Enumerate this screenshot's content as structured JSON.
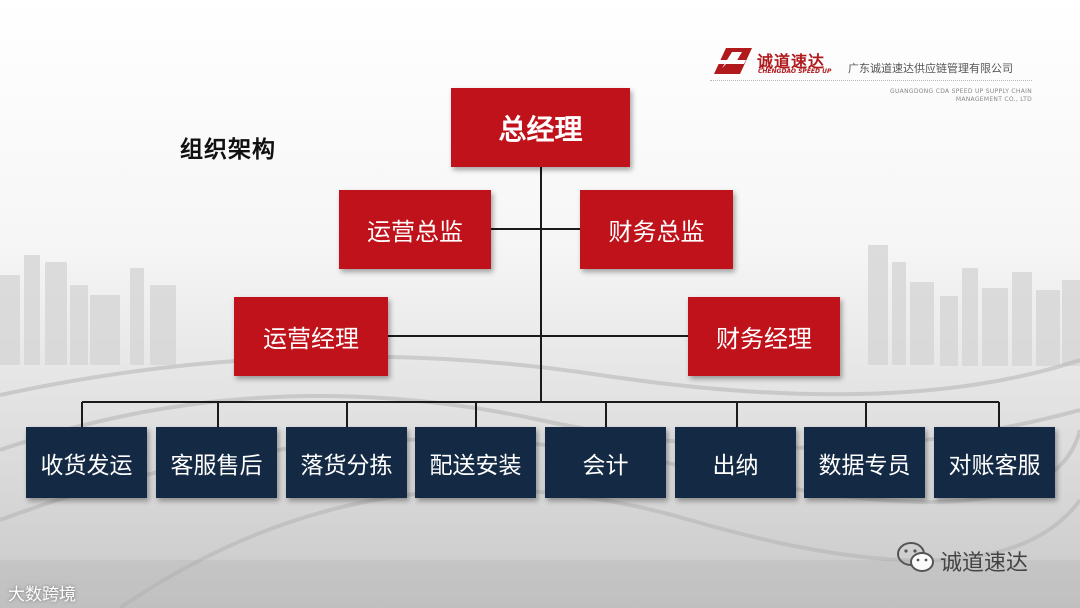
{
  "header": {
    "brand_name": "诚道速达",
    "brand_tagline": "CHENGDAO SPEED UP",
    "company_cn": "广东诚道速达供应链管理有限公司",
    "company_en_line1": "GUANGDONG CDA SPEED UP SUPPLY CHAIN",
    "company_en_line2": "MANAGEMENT CO., LTD"
  },
  "slide_title": "组织架构",
  "org": {
    "top": "总经理",
    "level2_left": "运营总监",
    "level2_right": "财务总监",
    "level3_left": "运营经理",
    "level3_right": "财务经理",
    "departments": [
      "收货发运",
      "客服售后",
      "落货分拣",
      "配送安装",
      "会计",
      "出纳",
      "数据专员",
      "对账客服"
    ]
  },
  "footer": {
    "wechat_name": "诚道速达",
    "watermark": "大数跨境"
  },
  "colors": {
    "red_box": "#c0121a",
    "navy_box": "#142a44",
    "brand": "#b01a1d"
  }
}
